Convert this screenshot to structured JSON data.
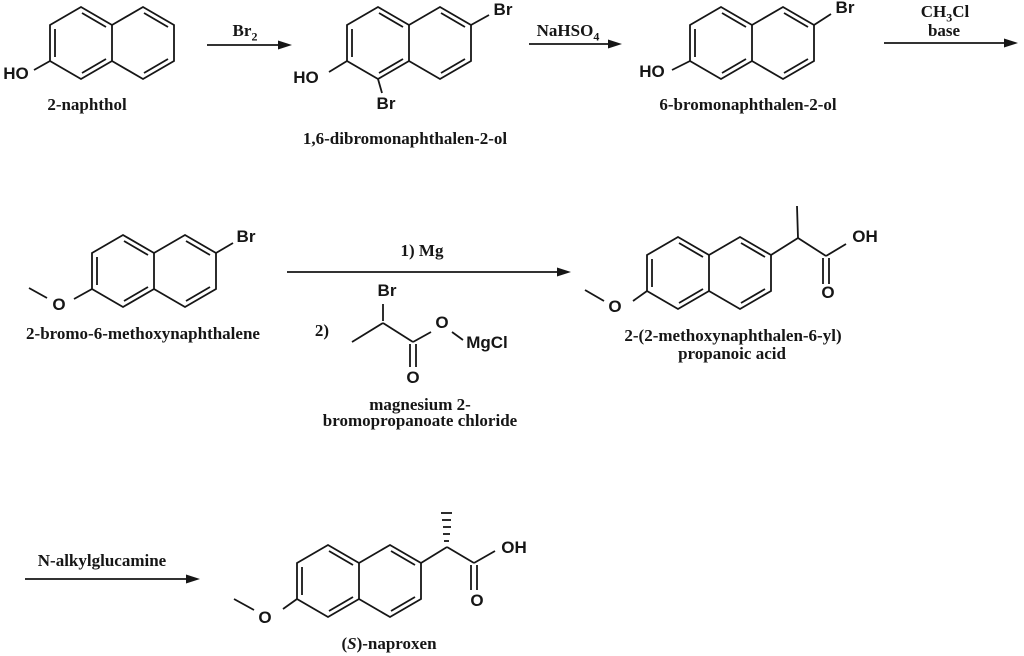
{
  "colors": {
    "ink": "#161616",
    "background": "#ffffff"
  },
  "scheme": {
    "row1": {
      "compound1": {
        "name": "2-naphthol",
        "labels": {
          "ho": "HO"
        }
      },
      "step1": {
        "reagent_pre": "Br",
        "reagent_sub": "2",
        "reagent_post": ""
      },
      "compound2": {
        "name": "1,6-dibromonaphthalen-2-ol",
        "labels": {
          "ho": "HO",
          "br_bottom": "Br",
          "br_top": "Br"
        }
      },
      "step2": {
        "reagent_pre": "NaHSO",
        "reagent_sub": "4",
        "reagent_post": ""
      },
      "compound3": {
        "name": "6-bromonaphthalen-2-ol",
        "labels": {
          "ho": "HO",
          "br": "Br"
        }
      },
      "step3": {
        "line1_pre": "CH",
        "line1_sub": "3",
        "line1_post": "Cl",
        "line2": "base"
      }
    },
    "row2": {
      "compound4": {
        "name": "2-bromo-6-methoxynaphthalene",
        "labels": {
          "o": "O",
          "br": "Br"
        }
      },
      "step4": {
        "line1": "1) Mg",
        "item2_prefix": "2)"
      },
      "compound5": {
        "name_line1": "magnesium 2-",
        "name_line2": "bromopropanoate chloride",
        "labels": {
          "br": "Br",
          "o_ester": "O",
          "o_carbonyl": "O",
          "mgcl": "MgCl"
        }
      },
      "compound6": {
        "name_line1": "2-(2-methoxynaphthalen-6-yl)",
        "name_line2": "propanoic acid",
        "labels": {
          "o": "O",
          "oh": "OH",
          "o_carbonyl": "O"
        }
      }
    },
    "row3": {
      "step5": {
        "reagent": "N-alkylglucamine"
      },
      "compound7": {
        "name_open": "(",
        "name_stereo": "S",
        "name_rest": ")-naproxen",
        "labels": {
          "o": "O",
          "oh": "OH",
          "o_carbonyl": "O"
        }
      }
    }
  }
}
